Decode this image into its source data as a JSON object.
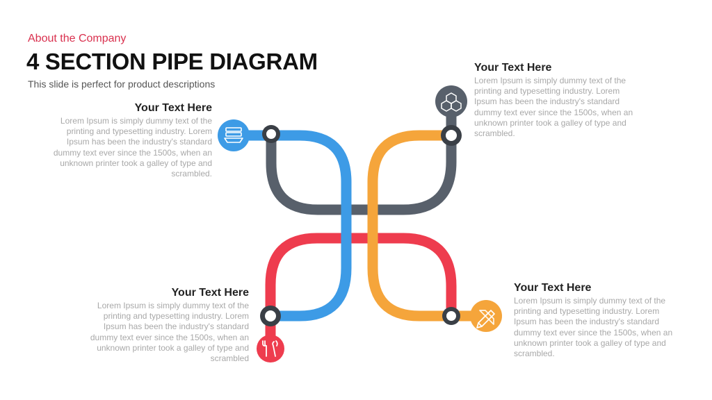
{
  "header": {
    "kicker": "About  the Company",
    "title": "4 SECTION PIPE DIAGRAM",
    "subtitle": "This slide is perfect for product descriptions"
  },
  "colors": {
    "blue": "#3d9be6",
    "orange": "#f5a53b",
    "gray": "#58606b",
    "red": "#ee3c4e"
  },
  "sections": [
    {
      "id": "top-left",
      "heading": "Your Text Here",
      "body": "Lorem Ipsum is simply dummy text of the printing and typesetting industry. Lorem Ipsum has been the industry's standard dummy text ever since the 1500s, when an unknown printer took a galley of type and scrambled.",
      "icon": "books-icon",
      "color": "blue"
    },
    {
      "id": "top-right",
      "heading": "Your Text Here",
      "body": "Lorem Ipsum is simply dummy text of the printing and typesetting industry. Lorem Ipsum has been the industry's standard dummy text ever since the 1500s, when an unknown printer took a galley of type and scrambled.",
      "icon": "cubes-icon",
      "color": "gray"
    },
    {
      "id": "bottom-left",
      "heading": "Your Text Here",
      "body": "Lorem Ipsum is simply dummy text of the printing and typesetting industry. Lorem Ipsum has been the industry's standard dummy text ever since the 1500s, when an unknown printer took a galley of type and scrambled",
      "icon": "tools-icon",
      "color": "red"
    },
    {
      "id": "bottom-right",
      "heading": "Your Text Here",
      "body": "Lorem Ipsum is simply dummy text of the printing and typesetting industry. Lorem Ipsum has been the industry's standard dummy text ever since the 1500s, when an unknown printer took a galley of type and scrambled.",
      "icon": "pencil-ruler-icon",
      "color": "orange"
    }
  ]
}
